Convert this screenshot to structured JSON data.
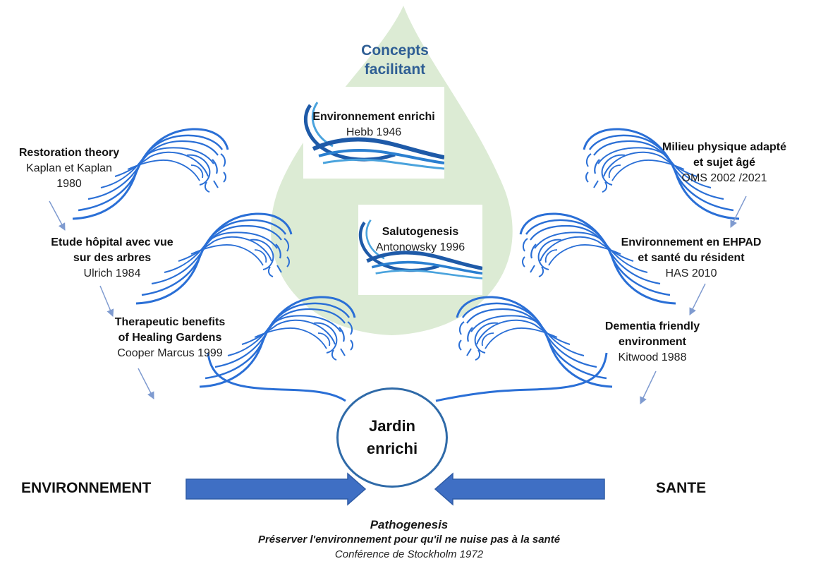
{
  "concepts_title": "Concepts facilitant",
  "concept_cards": [
    {
      "title": "Environnement enrichi",
      "sub": "Hebb 1946"
    },
    {
      "title": "Salutogenesis",
      "sub": "Antonowsky 1996"
    }
  ],
  "left_items": [
    {
      "title_lines": [
        "Restoration theory"
      ],
      "sub_lines": [
        "Kaplan et Kaplan",
        "1980"
      ]
    },
    {
      "title_lines": [
        "Etude hôpital avec vue",
        "sur des arbres"
      ],
      "sub_lines": [
        "Ulrich 1984"
      ]
    },
    {
      "title_lines": [
        "Therapeutic benefits",
        "of Healing Gardens"
      ],
      "sub_lines": [
        "Cooper Marcus  1999"
      ]
    }
  ],
  "right_items": [
    {
      "title_lines": [
        "Milieu physique adapté",
        "et sujet âgé"
      ],
      "sub_lines": [
        "OMS 2002 /2021"
      ]
    },
    {
      "title_lines": [
        "Environnement en EHPAD",
        "et santé du résident"
      ],
      "sub_lines": [
        "HAS 2010"
      ]
    },
    {
      "title_lines": [
        "Dementia friendly",
        "environment"
      ],
      "sub_lines": [
        "Kitwood 1988"
      ]
    }
  ],
  "center": {
    "line1": "Jardin",
    "line2": "enrichi"
  },
  "left_word": "ENVIRONNEMENT",
  "right_word": "SANTE",
  "footer": {
    "line1": "Pathogenesis",
    "line2": "Préserver  l'environnement pour qu'il ne nuise pas à la santé",
    "line3": "Conférence de Stockholm 1972"
  },
  "colors": {
    "drop": "#dcebd4",
    "wave": "#2a6fd6",
    "arrow_fill": "#3f6fc4",
    "arrow_stroke": "#2f5ca6",
    "circle": "#2f6aa8",
    "concepts_text": "#2e5e94",
    "thin_arrow": "#7f9bd0"
  },
  "icons": [
    "wave-icon",
    "water-drop-shape",
    "logo-wave-icon"
  ]
}
